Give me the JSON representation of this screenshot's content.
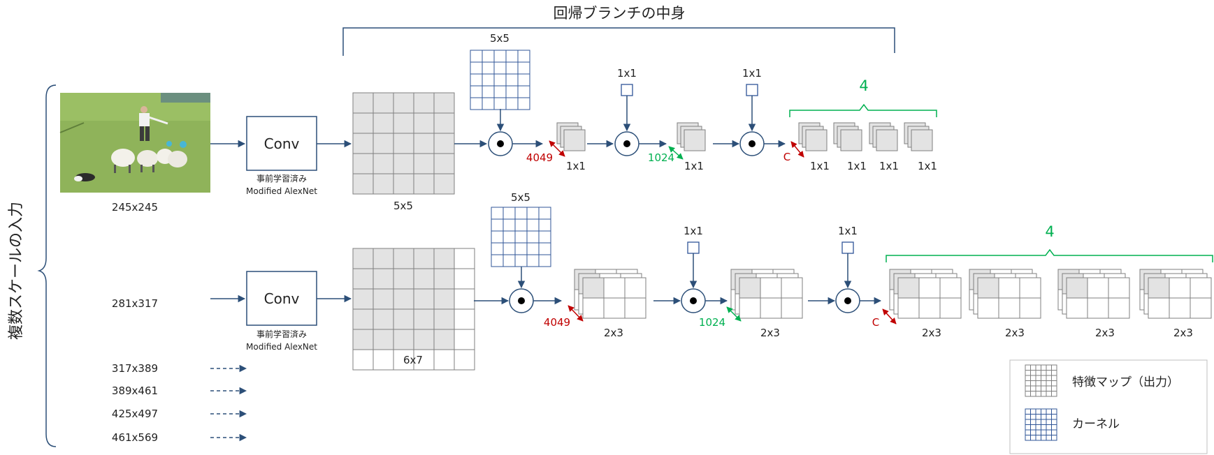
{
  "title": "回帰ブランチの中身",
  "side_label": "複数スケールの入力",
  "colors": {
    "arrow": "#2c4f78",
    "red": "#c00000",
    "green": "#00b050",
    "map_fill": "#e3e3e3",
    "map_line": "#7f7f7f",
    "kernel": "#2f5597"
  },
  "row1": {
    "input_size": "245x245",
    "conv_label": "Conv",
    "conv_sub1": "事前学習済み",
    "conv_sub2": "Modified AlexNet",
    "fmap_label": "5x5",
    "kernel1_label": "5x5",
    "out1_label": "1x1",
    "ch1": "4049",
    "kernel2_label": "1x1",
    "out2_label": "1x1",
    "ch2": "1024",
    "kernel3_label": "1x1",
    "ch3": "C",
    "group_count": "4",
    "out3_labels": [
      "1x1",
      "1x1",
      "1x1",
      "1x1"
    ]
  },
  "row2": {
    "input_size": "281x317",
    "conv_label": "Conv",
    "conv_sub1": "事前学習済み",
    "conv_sub2": "Modified AlexNet",
    "fmap_label": "6x7",
    "kernel1_label": "5x5",
    "out1_label": "2x3",
    "ch1": "4049",
    "kernel2_label": "1x1",
    "out2_label": "2x3",
    "ch2": "1024",
    "kernel3_label": "1x1",
    "ch3": "C",
    "group_count": "4",
    "out3_labels": [
      "2x3",
      "2x3",
      "2x3",
      "2x3"
    ]
  },
  "other_scales": [
    "317x389",
    "389x461",
    "425x497",
    "461x569"
  ],
  "legend": {
    "feature_map": "特徴マップ（出力）",
    "kernel": "カーネル"
  }
}
